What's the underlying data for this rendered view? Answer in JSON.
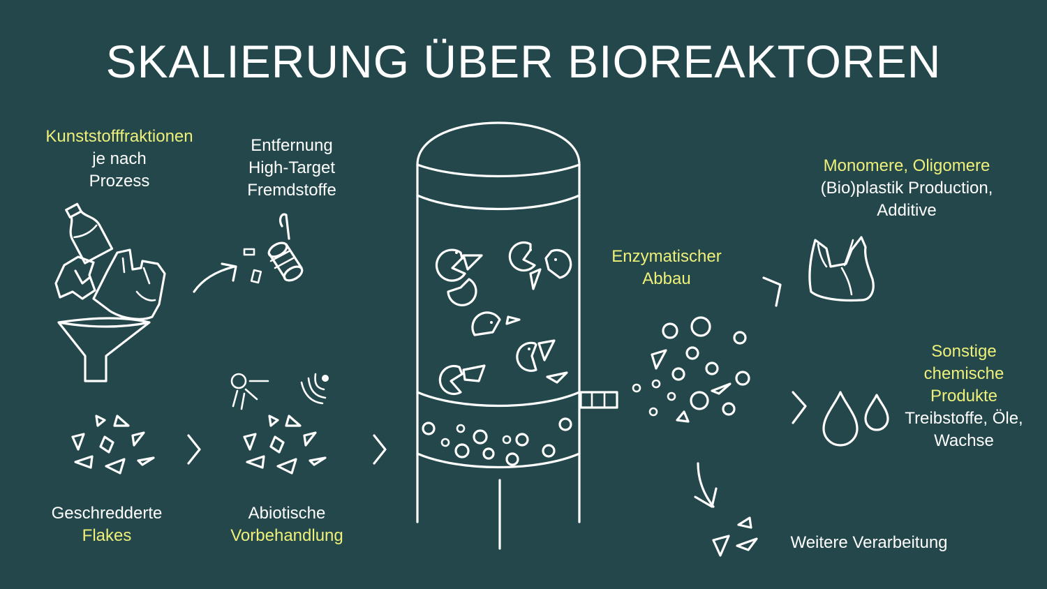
{
  "title": "SKALIERUNG ÜBER BIOREAKTOREN",
  "labels": {
    "fractions": {
      "line1": "Kunststofffraktionen",
      "line2": "je nach",
      "line3": "Prozess"
    },
    "removal": {
      "line1": "Entfernung",
      "line2": "High-Target",
      "line3": "Fremdstoffe"
    },
    "flakes": {
      "line1": "Geschredderte",
      "line2": "Flakes"
    },
    "pretreatment": {
      "line1": "Abiotische",
      "line2": "Vorbehandlung"
    },
    "enzymatic": {
      "line1": "Enzymatischer",
      "line2": "Abbau"
    },
    "monomers": {
      "line1": "Monomere, Oligomere",
      "line2": "(Bio)plastik Production,",
      "line3": "Additive"
    },
    "other": {
      "line1": "Sonstige",
      "line2": "chemische",
      "line3": "Produkte",
      "line4": "Treibstoffe, Öle,",
      "line5": "Wachse"
    },
    "further": {
      "line1": "Weitere Verarbeitung"
    }
  },
  "colors": {
    "background": "#23474a",
    "highlight": "#eef07a",
    "line": "#ffffff"
  },
  "icons": [
    "bottle-icon",
    "bag-icon",
    "funnel-icon",
    "can-icon",
    "lamp-icon",
    "sound-icon",
    "bioreactor-icon",
    "enzyme-icon",
    "bubble-icon",
    "droplet-icon",
    "arrow-icon"
  ]
}
